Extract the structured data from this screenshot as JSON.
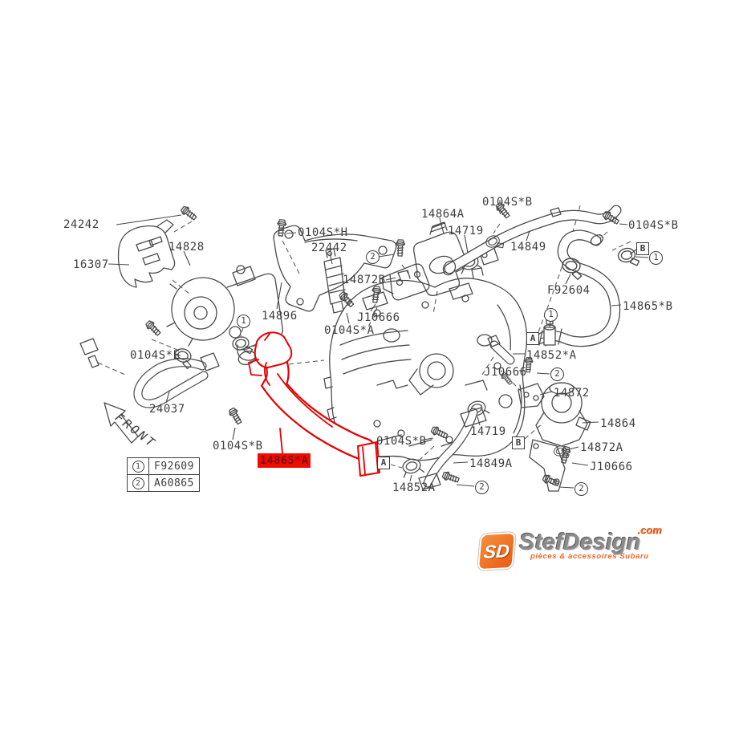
{
  "colors": {
    "highlight_red": "#e60000",
    "line_gray": "#4a4a4a",
    "logo_orange": "#f26522"
  },
  "front_label": "FRONT",
  "labels": {
    "p24242": "24242",
    "p16307": "16307",
    "p14828": "14828",
    "p0104S_H": "0104S*H",
    "p22442": "22442",
    "p14872B": "14872B",
    "pJ10666_mid": "J10666",
    "p0104S_A": "0104S*A",
    "p14896": "14896",
    "p14864A": "14864A",
    "p14719_top": "14719",
    "p0104S_B_top": "0104S*B",
    "p14849": "14849",
    "p0104S_B_topright": "0104S*B",
    "pF92604": "F92604",
    "p14865_B": "14865*B",
    "p14852_A": "14852*A",
    "pJ10666_right": "J10666",
    "p14872": "14872",
    "p14864": "14864",
    "p14872A": "14872A",
    "pJ10666_bottomright": "J10666",
    "p14719_bottom": "14719",
    "p14849A": "14849A",
    "p14852A": "14852A",
    "p0104S_B_center": "0104S*B",
    "p0104S_B_bottomleft": "0104S*B",
    "p24037": "24037",
    "p0104S_E": "0104S*E",
    "p14865_A_highlighted": "14865*A"
  },
  "callouts": {
    "one": "1",
    "two": "2",
    "boxA": "A",
    "boxB": "B"
  },
  "legend": {
    "rows": [
      {
        "num": "1",
        "code": "F92609"
      },
      {
        "num": "2",
        "code": "A60865"
      }
    ]
  },
  "logo": {
    "monogram": "SD",
    "name": "StefDesign",
    "tld": ".com",
    "tagline": "pièces & accessoires Subaru"
  }
}
